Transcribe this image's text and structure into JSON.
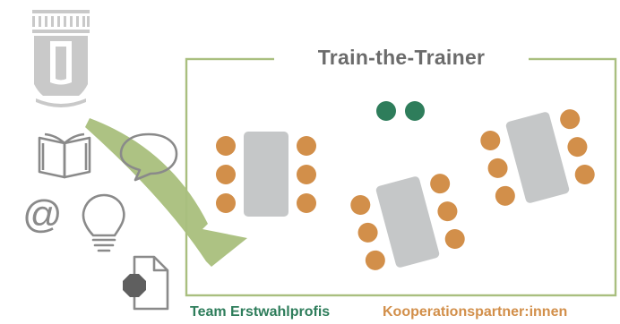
{
  "title": "Train-the-Trainer",
  "legend": {
    "team_label": "Team Erstwahlprofis",
    "partner_label": "Kooperationspartner:innen"
  },
  "colors": {
    "team": "#2e7d5b",
    "partner": "#d28f4a",
    "table": "#c5c7c8",
    "frame": "#a9bf7f",
    "arrow": "#adc283",
    "icon": "#8a8a8a",
    "title": "#6b6b6b"
  },
  "icons": [
    "university-building-icon",
    "open-book-icon",
    "speech-bubble-icon",
    "at-sign-icon",
    "light-bulb-icon",
    "document-icon"
  ]
}
